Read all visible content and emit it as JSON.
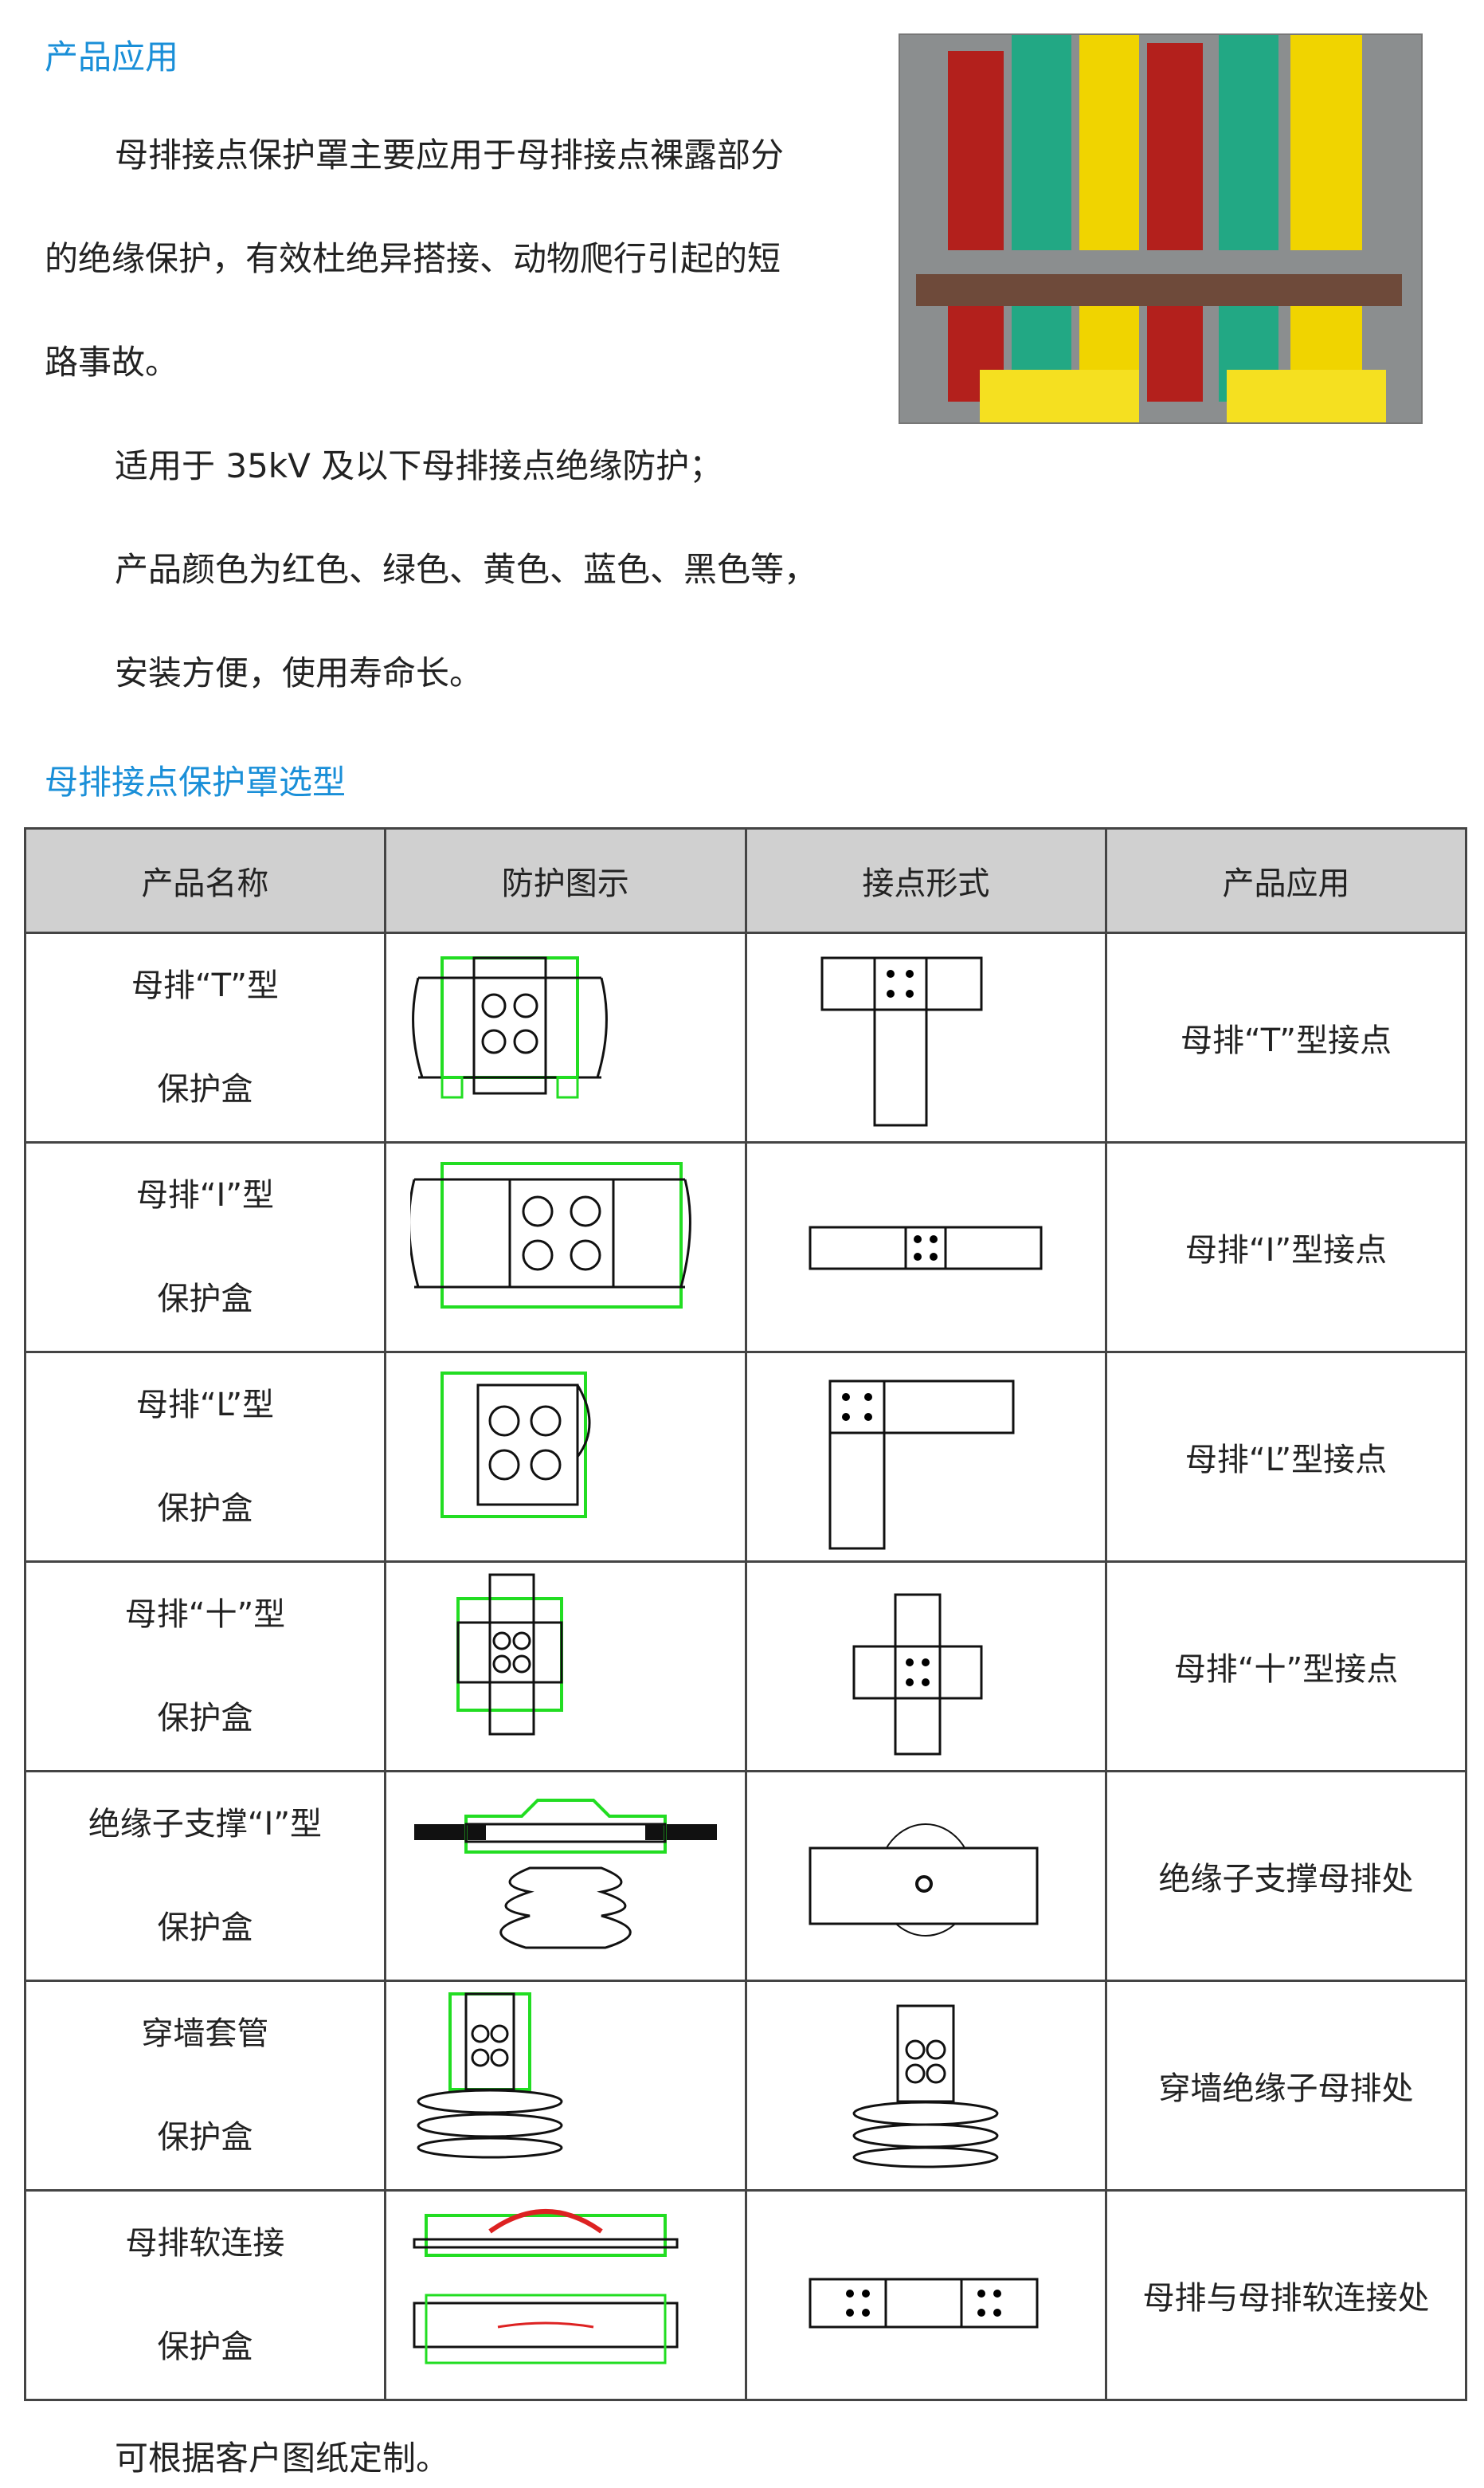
{
  "intro": {
    "heading": "产品应用",
    "lines": [
      "母排接点保护罩主要应用于母排接点裸露部分",
      "的绝缘保护，有效杜绝异搭接、动物爬行引起的短",
      "路事故。",
      "适用于 35kV 及以下母排接点绝缘防护；",
      "产品颜色为红色、绿色、黄色、蓝色、黑色等，",
      "安装方便，使用寿命长。"
    ]
  },
  "selection": {
    "heading": "母排接点保护罩选型",
    "columns": [
      "产品名称",
      "防护图示",
      "接点形式",
      "产品应用"
    ],
    "rows": [
      {
        "name1": "母排“T”型",
        "name2": "保护盒",
        "app": "母排“T”型接点"
      },
      {
        "name1": "母排“I”型",
        "name2": "保护盒",
        "app": "母排“I”型接点"
      },
      {
        "name1": "母排“L”型",
        "name2": "保护盒",
        "app": "母排“L”型接点"
      },
      {
        "name1": "母排“十”型",
        "name2": "保护盒",
        "app": "母排“十”型接点"
      },
      {
        "name1": "绝缘子支撑“I”型",
        "name2": "保护盒",
        "app": "绝缘子支撑母排处"
      },
      {
        "name1": "穿墙套管",
        "name2": "保护盒",
        "app": "穿墙绝缘子母排处"
      },
      {
        "name1": "母排软连接",
        "name2": "保护盒",
        "app": "母排与母排软连接处"
      }
    ]
  },
  "footer": "可根据客户图纸定制。",
  "colors": {
    "accent": "#1a8fd8",
    "header_bg": "#d0d0d0",
    "green": "#22dd22"
  }
}
